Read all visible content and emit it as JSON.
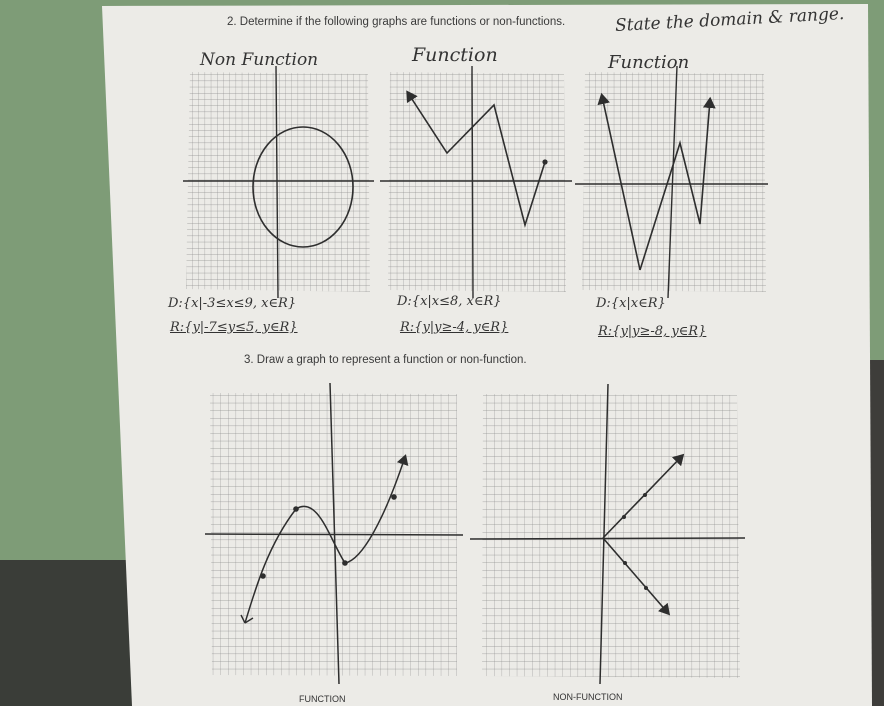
{
  "question_2": {
    "prompt": "2.   Determine if the following graphs are functions or non-functions.",
    "handwritten_addition": "State the domain & range.",
    "graphs": [
      {
        "classification": "Non Function",
        "domain": "D:{x|-3≤x≤9, x∈R}",
        "range": "R:{y|-7≤y≤5, y∈R}"
      },
      {
        "classification": "Function",
        "domain": "D:{x|x≤8, x∈R}",
        "range": "R:{y|y≥-4, y∈R}"
      },
      {
        "classification": "Function",
        "domain": "D:{x|x∈R}",
        "range": "R:{y|y≥-8, y∈R}"
      }
    ]
  },
  "question_3": {
    "prompt": "3.   Draw a graph to represent a function or non-function.",
    "graphs": [
      {
        "caption": "FUNCTION"
      },
      {
        "caption": "NON-FUNCTION"
      }
    ]
  },
  "colors": {
    "paper": "#eceae6",
    "grid": "#8a8a8a",
    "ink": "#2e2e2e",
    "background": "#7f9e78"
  }
}
